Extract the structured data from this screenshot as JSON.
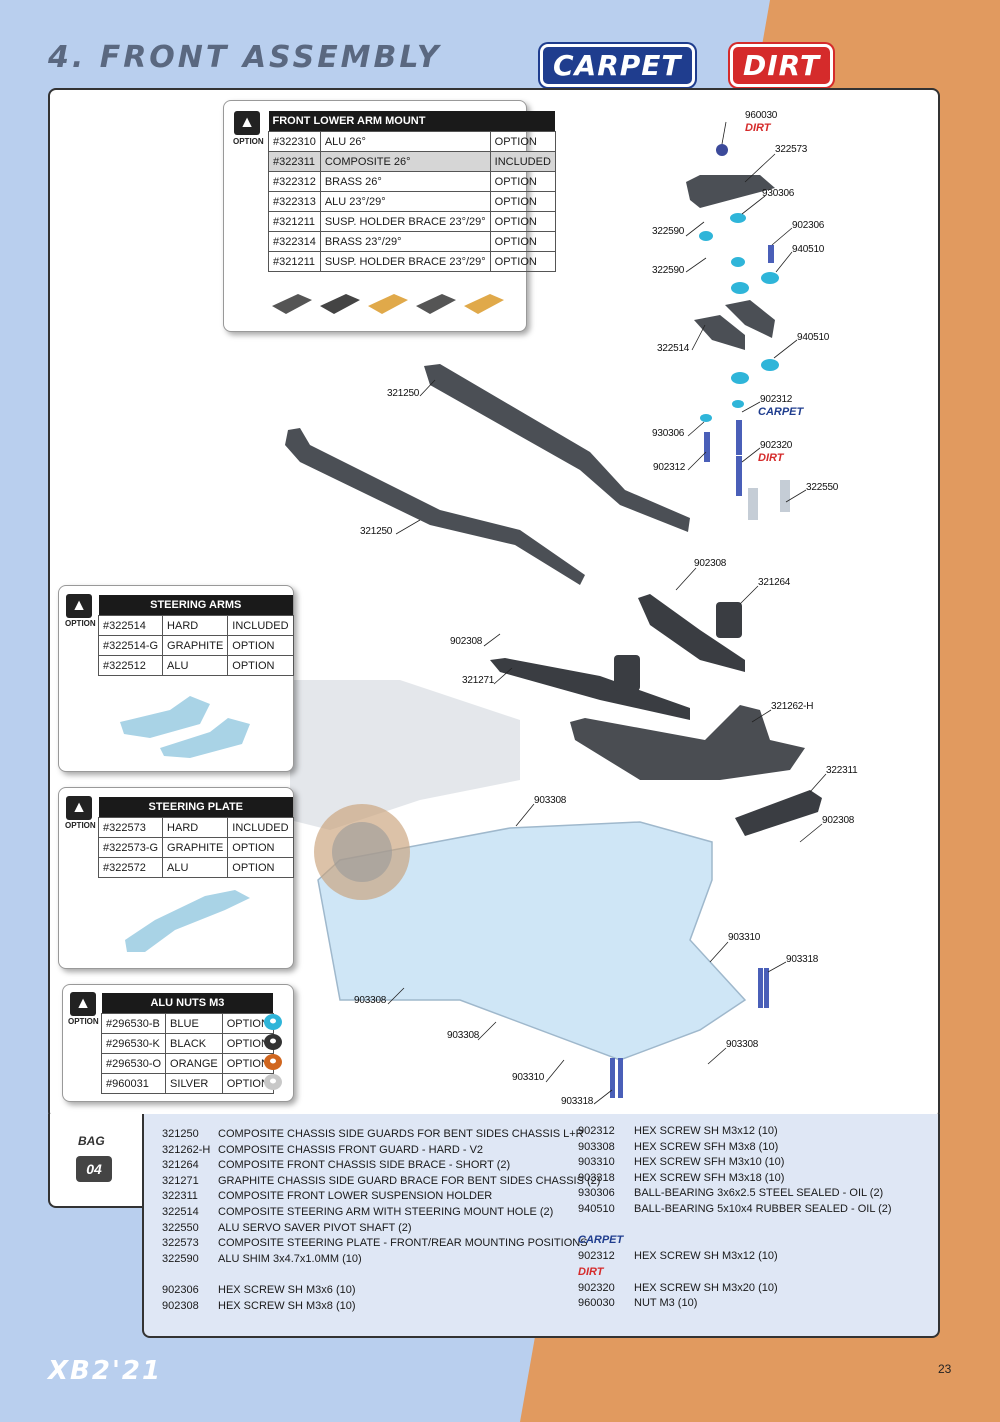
{
  "header": {
    "title": "4. FRONT ASSEMBLY",
    "badge_carpet": "CARPET",
    "badge_dirt": "DIRT"
  },
  "option_label": "OPTION",
  "front_lower_arm_mount": {
    "title": "FRONT LOWER ARM MOUNT",
    "rows": [
      [
        "#322310",
        "ALU 26°",
        "OPTION"
      ],
      [
        "#322311",
        "COMPOSITE 26°",
        "INCLUDED"
      ],
      [
        "#322312",
        "BRASS 26°",
        "OPTION"
      ],
      [
        "#322313",
        "ALU 23°/29°",
        "OPTION"
      ],
      [
        "#321211",
        "SUSP. HOLDER BRACE 23°/29°",
        "OPTION"
      ],
      [
        "#322314",
        "BRASS 23°/29°",
        "OPTION"
      ],
      [
        "#321211",
        "SUSP. HOLDER BRACE 23°/29°",
        "OPTION"
      ]
    ]
  },
  "steering_arms": {
    "title": "STEERING ARMS",
    "rows": [
      [
        "#322514",
        "HARD",
        "INCLUDED"
      ],
      [
        "#322514-G",
        "GRAPHITE",
        "OPTION"
      ],
      [
        "#322512",
        "ALU",
        "OPTION"
      ]
    ]
  },
  "steering_plate": {
    "title": "STEERING PLATE",
    "rows": [
      [
        "#322573",
        "HARD",
        "INCLUDED"
      ],
      [
        "#322573-G",
        "GRAPHITE",
        "OPTION"
      ],
      [
        "#322572",
        "ALU",
        "OPTION"
      ]
    ]
  },
  "alu_nuts": {
    "title": "ALU NUTS M3",
    "rows": [
      [
        "#296530-B",
        "BLUE",
        "OPTION"
      ],
      [
        "#296530-K",
        "BLACK",
        "OPTION"
      ],
      [
        "#296530-O",
        "ORANGE",
        "OPTION"
      ],
      [
        "#960031",
        "SILVER",
        "OPTION"
      ]
    ],
    "colors": [
      "#2fb5d9",
      "#333333",
      "#d0661f",
      "#c8c8c8"
    ]
  },
  "callouts": {
    "c960030": "960030",
    "c322573": "322573",
    "c930306a": "930306",
    "c902306": "902306",
    "c322590a": "322590",
    "c940510a": "940510",
    "c322590b": "322590",
    "c322514": "322514",
    "c940510b": "940510",
    "c902312a": "902312",
    "c930306b": "930306",
    "c902320": "902320",
    "c902312b": "902312",
    "c322550": "322550",
    "c321250a": "321250",
    "c321250b": "321250",
    "c902308a": "902308",
    "c321264": "321264",
    "c902308b": "902308",
    "c321271": "321271",
    "c321262h": "321262-H",
    "c322311": "322311",
    "c903308a": "903308",
    "c902308c": "902308",
    "c903310a": "903310",
    "c903318a": "903318",
    "c903308b": "903308",
    "c903308c": "903308",
    "c903308d": "903308",
    "c903310b": "903310",
    "c903318b": "903318"
  },
  "bag": {
    "label": "BAG",
    "number": "04"
  },
  "parts_left": [
    [
      "321250",
      "COMPOSITE CHASSIS SIDE GUARDS FOR BENT SIDES CHASSIS L+R"
    ],
    [
      "321262-H",
      "COMPOSITE CHASSIS FRONT GUARD - HARD - V2"
    ],
    [
      "321264",
      "COMPOSITE FRONT CHASSIS SIDE BRACE - SHORT (2)"
    ],
    [
      "321271",
      "GRAPHITE CHASSIS SIDE GUARD BRACE FOR BENT SIDES CHASSIS (2)"
    ],
    [
      "322311",
      "COMPOSITE FRONT LOWER SUSPENSION HOLDER"
    ],
    [
      "322514",
      "COMPOSITE STEERING ARM WITH STEERING MOUNT HOLE (2)"
    ],
    [
      "322550",
      "ALU SERVO SAVER PIVOT SHAFT (2)"
    ],
    [
      "322573",
      "COMPOSITE STEERING PLATE - FRONT/REAR MOUNTING POSITIONS"
    ],
    [
      "322590",
      "ALU SHIM 3x4.7x1.0MM (10)"
    ]
  ],
  "parts_left_2": [
    [
      "902306",
      "HEX SCREW  SH M3x6  (10)"
    ],
    [
      "902308",
      "HEX SCREW  SH M3x8  (10)"
    ]
  ],
  "parts_right": [
    [
      "902312",
      "HEX SCREW  SH M3x12  (10)"
    ],
    [
      "903308",
      "HEX SCREW  SFH M3x8  (10)"
    ],
    [
      "903310",
      "HEX SCREW  SFH M3x10  (10)"
    ],
    [
      "903318",
      "HEX SCREW  SFH M3x18  (10)"
    ],
    [
      "930306",
      "BALL-BEARING 3x6x2.5 STEEL SEALED - OIL (2)"
    ],
    [
      "940510",
      "BALL-BEARING 5x10x4 RUBBER SEALED - OIL (2)"
    ]
  ],
  "parts_carpet": [
    [
      "902312",
      "HEX SCREW  SH M3x12  (10)"
    ]
  ],
  "parts_dirt": [
    [
      "902320",
      "HEX SCREW  SH M3x20  (10)"
    ],
    [
      "960030",
      "NUT M3  (10)"
    ]
  ],
  "footer": {
    "model": "XB2'21",
    "page": "23"
  }
}
